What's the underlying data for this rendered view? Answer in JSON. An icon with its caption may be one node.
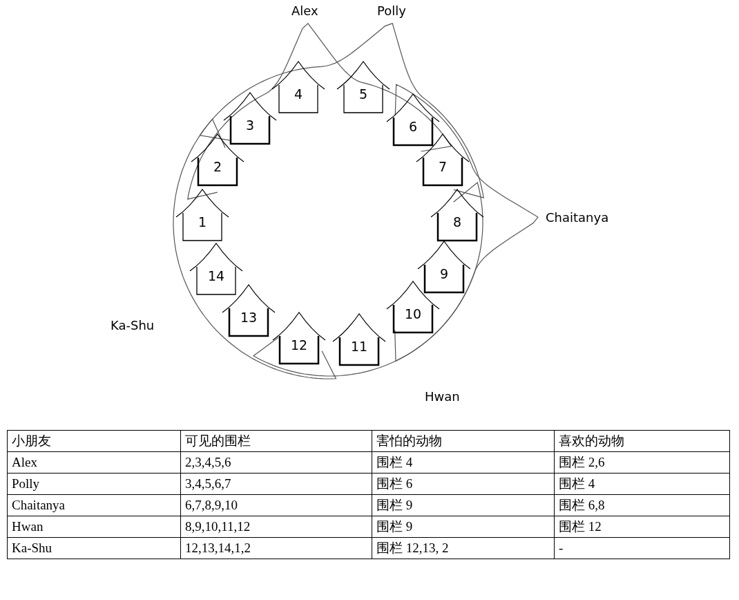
{
  "diagram": {
    "nodes": [
      {
        "text": [
          "1"
        ]
      },
      {
        "text": [
          "2"
        ]
      },
      {
        "text": [
          "3"
        ]
      },
      {
        "text": [
          "4"
        ]
      },
      {
        "text": [
          "5"
        ]
      },
      {
        "text": [
          "6"
        ]
      },
      {
        "text": [
          "7"
        ]
      },
      {
        "text": [
          "8"
        ]
      },
      {
        "text": [
          "9"
        ]
      },
      {
        "text": [
          "10"
        ]
      },
      {
        "text": [
          "11"
        ]
      },
      {
        "text": [
          "12"
        ]
      },
      {
        "text": [
          "13"
        ]
      },
      {
        "text": [
          "14"
        ]
      }
    ],
    "labels": [
      "Alex",
      "Polly",
      "Chaitanya",
      "Ka-Shu",
      "Hwan",
      "小朋友",
      "可见的围栏",
      "害怕的动物",
      "喜欢的动物",
      "Alex",
      "2,3,4,5,6",
      "围栏 4",
      "围栏 2,6",
      "Polly",
      "3,4,5,6,7",
      "围栏 6",
      "围栏 4",
      "Chaitanya",
      "6,7,8,9,10",
      "围栏 9",
      "围栏 6,8",
      "Hwan",
      "8,9,10,11,12",
      "围栏 9",
      "围栏 12",
      "Ka-Shu",
      "12,13,14,1,2",
      "围栏 12,13, 2",
      "-"
    ]
  }
}
